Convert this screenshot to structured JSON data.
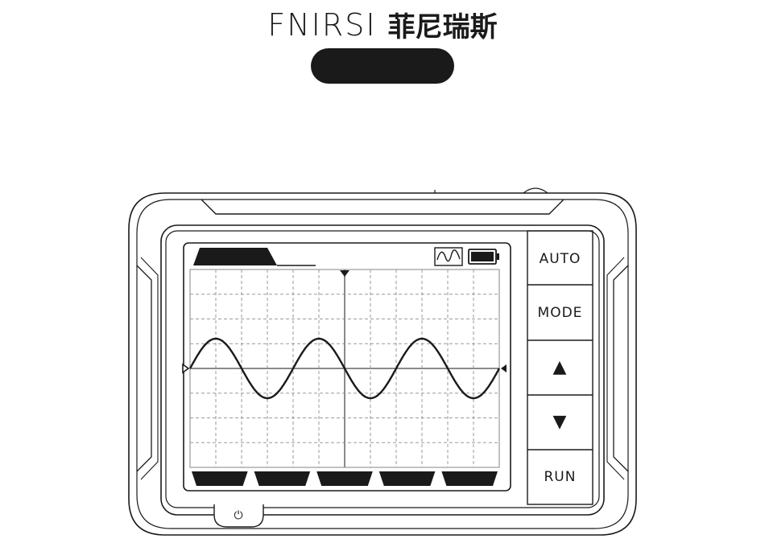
{
  "header": {
    "brand_logo": "FNIRSI",
    "brand_chinese": "菲尼瑞斯",
    "model_pill_color": "#1a1a1a"
  },
  "device": {
    "buttons": [
      {
        "label": "AUTO",
        "icon": ""
      },
      {
        "label": "MODE",
        "icon": ""
      },
      {
        "label": "",
        "icon": "▲"
      },
      {
        "label": "",
        "icon": "▼"
      },
      {
        "label": "RUN",
        "icon": ""
      }
    ],
    "power_icon": "⏻",
    "screen": {
      "waveform_icon": "sine-wave-icon",
      "battery_icon": "battery-full-icon",
      "softkeys_count": 5,
      "waveform": {
        "type": "sine",
        "cycles": 3
      }
    }
  }
}
